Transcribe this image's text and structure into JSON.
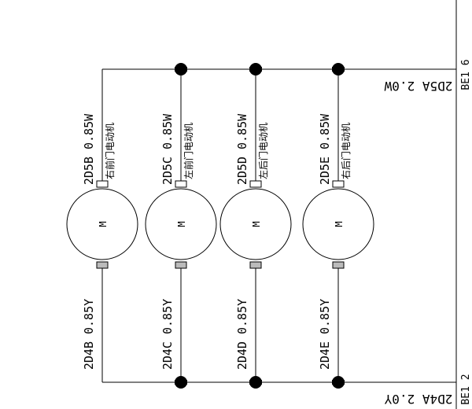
{
  "bus": {
    "top_label": "2D5A 2.0W",
    "bottom_label": "2D4A 2.0Y",
    "right_top_label": "BE1 6",
    "right_bottom_label": "BE1 2"
  },
  "motors": [
    {
      "top_wire": "2D5B 0.85W",
      "bottom_wire": "2D4B 0.85Y",
      "name": "右前门电动机",
      "symbol": "M"
    },
    {
      "top_wire": "2D5C 0.85W",
      "bottom_wire": "2D4C 0.85Y",
      "name": "左前门电动机",
      "symbol": "M"
    },
    {
      "top_wire": "2D5D 0.85W",
      "bottom_wire": "2D4D 0.85Y",
      "name": "左后门电动机",
      "symbol": "M"
    },
    {
      "top_wire": "2D5E 0.85W",
      "bottom_wire": "2D4E 0.85Y",
      "name": "右后门电动机",
      "symbol": "M"
    }
  ],
  "colors": {
    "line": "#000000",
    "connector_fill": "#bbbbbb",
    "background": "#ffffff"
  }
}
